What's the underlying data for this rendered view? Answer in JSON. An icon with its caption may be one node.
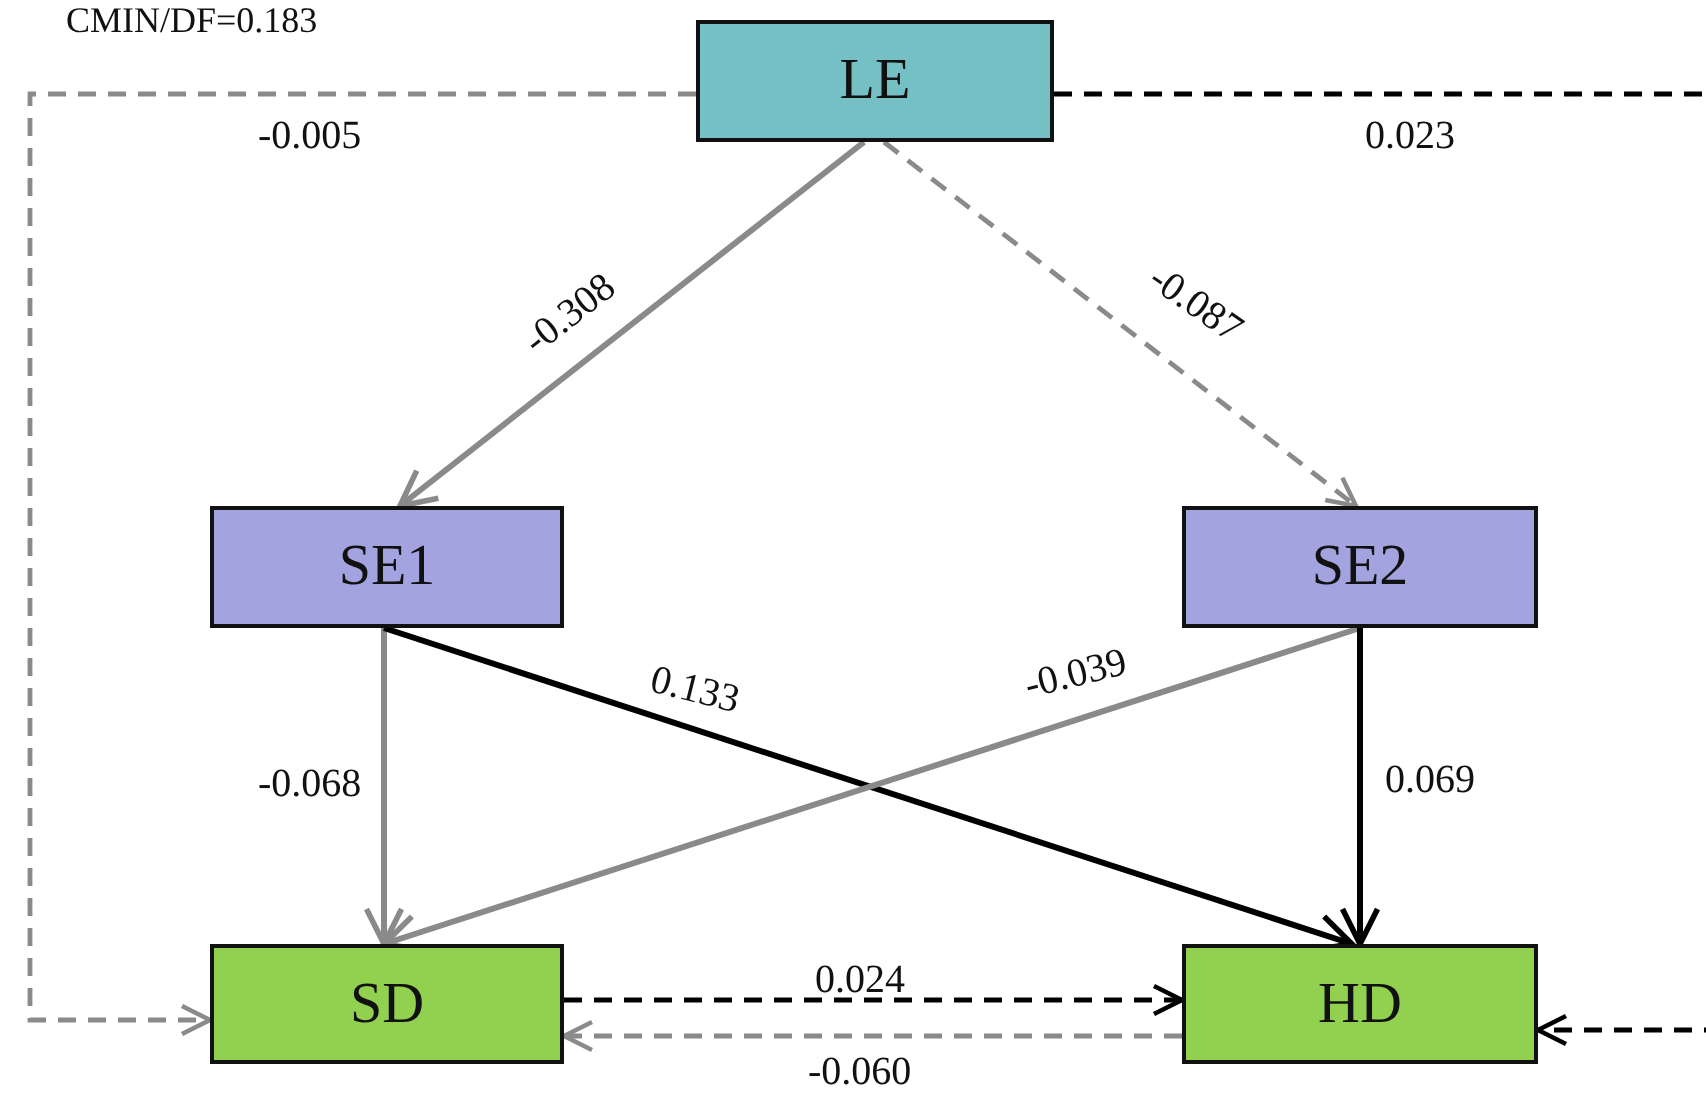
{
  "diagram": {
    "nodes": [
      {
        "text": [
          "LE"
        ]
      },
      {
        "text": [
          "SE1"
        ]
      },
      {
        "text": [
          "SE2"
        ]
      },
      {
        "text": [
          "SD"
        ]
      },
      {
        "text": [
          "HD"
        ]
      }
    ],
    "edges": [
      {
        "from": 0,
        "to": 3,
        "arrow": "to",
        "label": "-0.005",
        "style": "dashed"
      },
      {
        "from": 0,
        "to": 4,
        "arrow": "to",
        "label": "0.023",
        "style": "dashed",
        "color": "#000000"
      },
      {
        "from": 0,
        "to": 1,
        "arrow": "to",
        "label": "-0.308"
      },
      {
        "from": 0,
        "to": 2,
        "arrow": "to",
        "label": "-0.087",
        "style": "dashed"
      },
      {
        "from": 1,
        "to": 3,
        "arrow": "to",
        "label": "-0.068"
      },
      {
        "from": 1,
        "to": 4,
        "arrow": "to",
        "label": "0.133",
        "color": "#000000"
      },
      {
        "from": 2,
        "to": 3,
        "arrow": "to",
        "label": "-0.039"
      },
      {
        "from": 2,
        "to": 4,
        "arrow": "to",
        "label": "0.069",
        "color": "#000000"
      },
      {
        "from": 3,
        "to": 4,
        "arrow": "to",
        "label": "0.024",
        "style": "dashed",
        "color": "#000000"
      },
      {
        "from": 4,
        "to": 3,
        "arrow": "to",
        "label": "-0.060",
        "style": "dashed"
      }
    ],
    "labels": [
      "CMIN/DF=0.183"
    ]
  }
}
